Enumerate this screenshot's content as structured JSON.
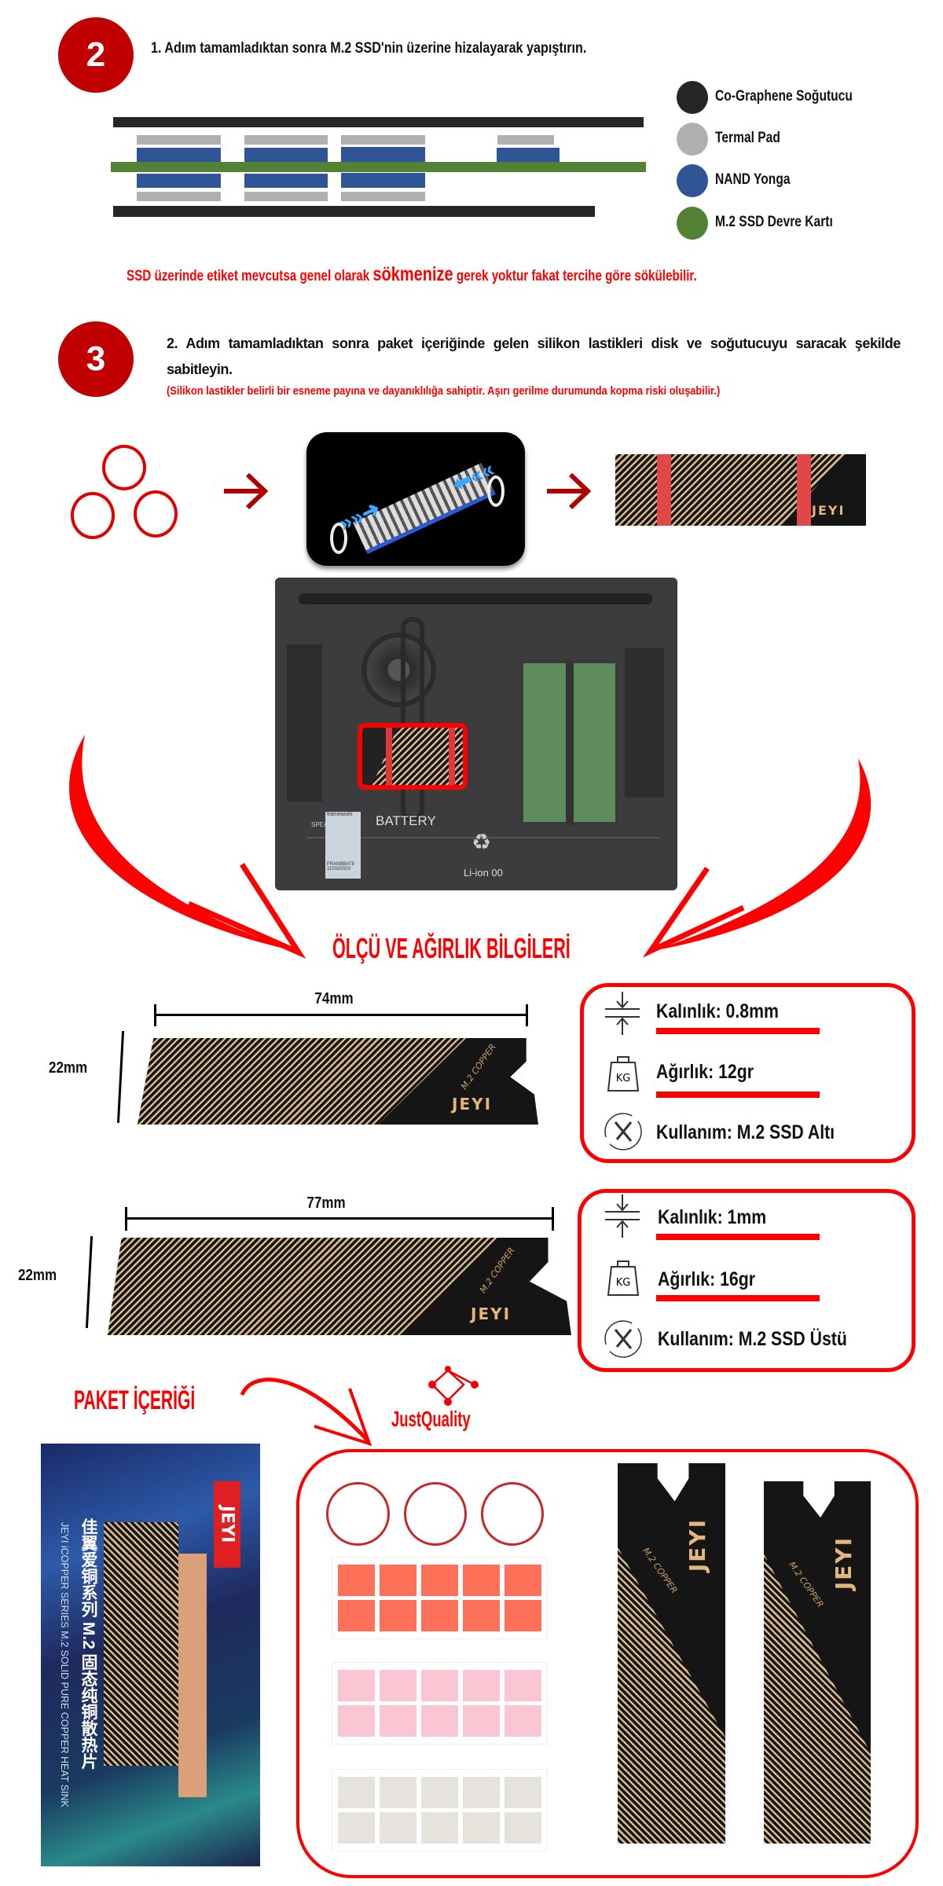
{
  "step2": {
    "number": "2",
    "instruction": "1. Adım tamamladıktan sonra M.2 SSD'nin üzerine hizalayarak yapıştırın.",
    "legend": [
      {
        "label": "Co-Graphene Soğutucu",
        "color": "#262626"
      },
      {
        "label": "Termal Pad",
        "color": "#b0b0b0"
      },
      {
        "label": "NAND Yonga",
        "color": "#2f5597"
      },
      {
        "label": "M.2 SSD Devre Kartı",
        "color": "#548235"
      }
    ],
    "note_before": "SSD üzerinde etiket mevcutsa genel olarak ",
    "note_emphasis": "sökmenize",
    "note_after": " gerek yoktur fakat tercihe göre sökülebilir."
  },
  "step3": {
    "number": "3",
    "instruction": "2. Adım tamamladıktan sonra paket içeriğinde gelen silikon lastikleri disk ve soğutucuyu saracak şekilde sabitleyin.",
    "warning": "(Silikon lastikler belirli bir esneme payına ve dayanıklılığa sahiptir. Aşırı gerilme durumunda kopma riski oluşabilir.)"
  },
  "laptop": {
    "brand": "framework",
    "battery": "BATTERY",
    "battery_type": "Li-ion 00",
    "speaker": "SPEAKER",
    "serial": "FRANBBAT8 11032002V"
  },
  "product": {
    "brand": "JEYI",
    "model": "M.2 COPPER"
  },
  "specs_title": "ÖLÇÜ VE AĞIRLIK BİLGİLERİ",
  "variants": [
    {
      "length": "74mm",
      "width": "22mm",
      "thickness": "Kalınlık: 0.8mm",
      "weight": "Ağırlık: 12gr",
      "usage": "Kullanım: M.2 SSD Altı"
    },
    {
      "length": "77mm",
      "width": "22mm",
      "thickness": "Kalınlık: 1mm",
      "weight": "Ağırlık: 16gr",
      "usage": "Kullanım: M.2 SSD Üstü"
    }
  ],
  "weight_icon_label": "KG",
  "package": {
    "title": "PAKET İÇERİĞİ",
    "seller_logo": "JustQuality",
    "box_cn": "佳翼爱铜系列 M.2 固态纯铜散热片",
    "box_en": "JEYI iCOPPER SERIES M.2 SOLID PURE COPPER HEAT SINK",
    "pad_colors": [
      "#ff7058",
      "#fbc6d4",
      "#e6e3dc"
    ]
  },
  "colors": {
    "accent": "#ff0000",
    "step": "#c00000",
    "gold": "#d9b98a"
  }
}
